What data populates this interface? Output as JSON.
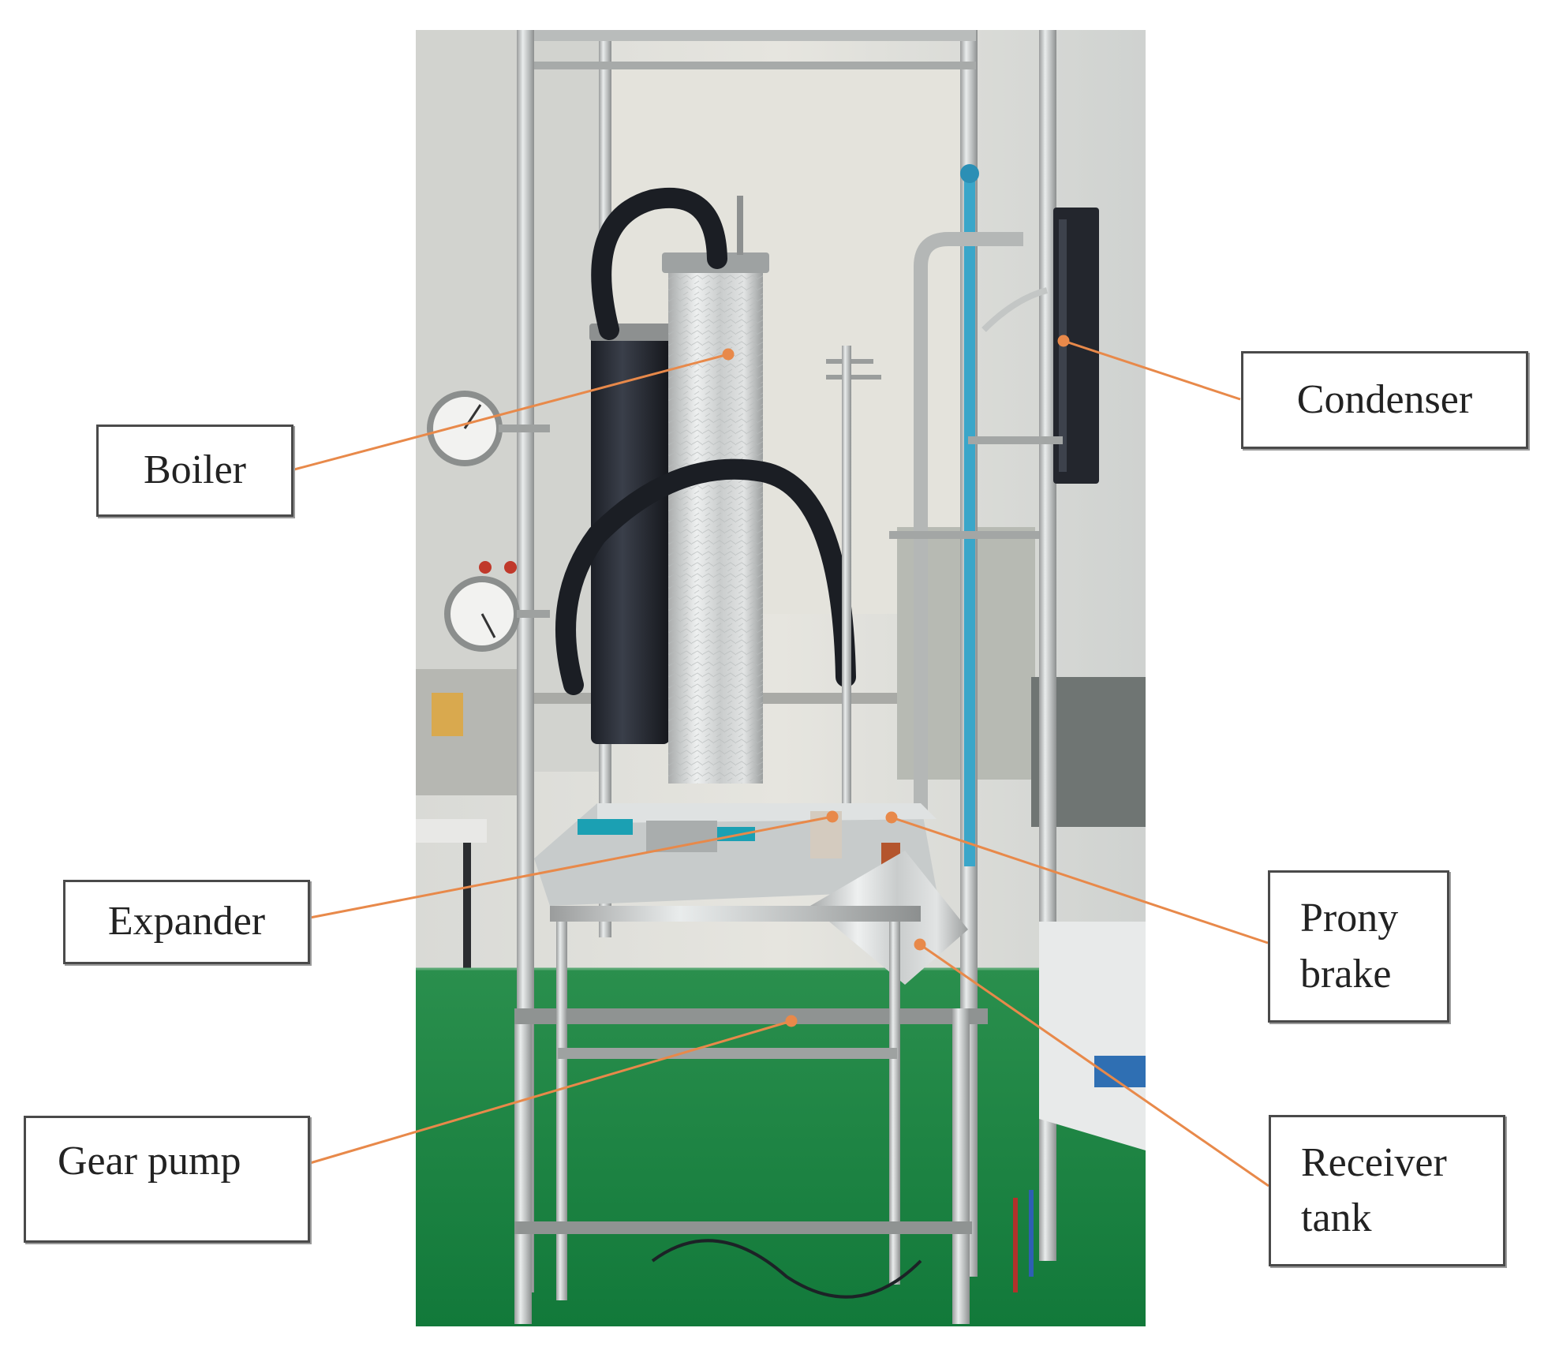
{
  "labels": {
    "boiler": "Boiler",
    "condenser": "Condenser",
    "expander": "Expander",
    "prony_brake": [
      "Prony",
      "brake"
    ],
    "gear_pump": "Gear pump",
    "receiver_tank": [
      "Receiver",
      "tank"
    ]
  },
  "colors": {
    "leader_line": "#e8894a",
    "box_border": "#4a4a4a",
    "floor": "#1f8a45",
    "wall": "#dcdcd6"
  }
}
